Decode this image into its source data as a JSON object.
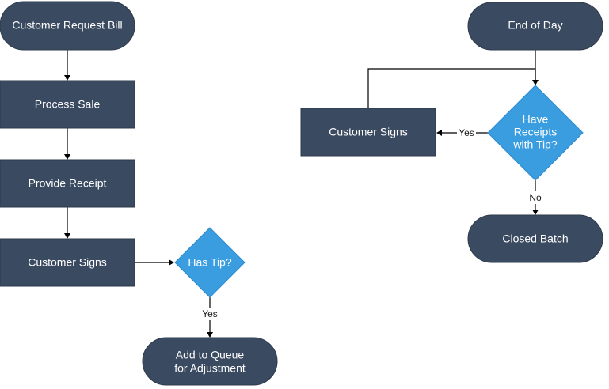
{
  "colors": {
    "dark_node": "#3a4a60",
    "decision_node": "#3a9de0",
    "edge": "#000000",
    "background": "#ffffff"
  },
  "left_flow": {
    "start": "Customer Request Bill",
    "process_sale": "Process Sale",
    "provide_receipt": "Provide Receipt",
    "customer_signs": "Customer Signs",
    "decision": "Has Tip?",
    "decision_yes_label": "Yes",
    "end": [
      "Add to Queue",
      "for Adjustment"
    ]
  },
  "right_flow": {
    "start": "End of Day",
    "decision": [
      "Have",
      "Receipts",
      "with Tip?"
    ],
    "customer_signs": "Customer Signs",
    "decision_yes_label": "Yes",
    "decision_no_label": "No",
    "end": "Closed Batch"
  }
}
